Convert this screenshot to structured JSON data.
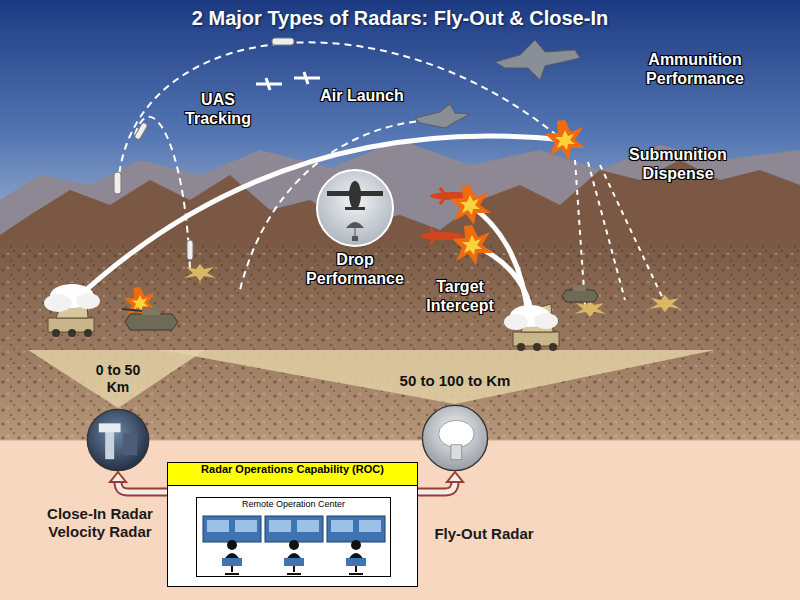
{
  "diagram": {
    "title": "2 Major Types of Radars: Fly-Out & Close-In",
    "nodes": [
      {
        "text": [
          "Radar Operations Capability (ROC)"
        ]
      },
      {
        "text": [
          "Remote Operation Center"
        ],
        "in": 0
      },
      {
        "text": [
          "Close-In Radar Velocity Radar"
        ]
      },
      {
        "text": [
          "Fly-Out Radar"
        ]
      }
    ],
    "edges": [
      {
        "from": 0,
        "to": 2,
        "arrow": "to"
      },
      {
        "from": 0,
        "to": 3,
        "arrow": "to"
      }
    ],
    "labels": [
      "UAS Tracking",
      "Air Launch",
      "Ammunition Performance",
      "Submunition Dispense",
      "Drop Performance",
      "Target Intercept",
      "0 to 50 Km",
      "50 to 100 to Km"
    ]
  }
}
